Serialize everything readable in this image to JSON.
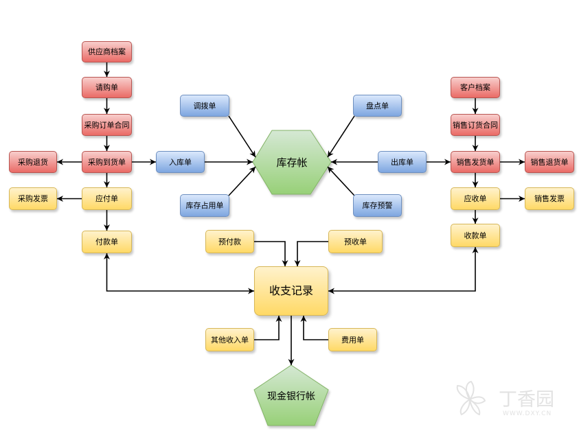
{
  "purchase": {
    "supplier_profile": "供应商档案",
    "purchase_request": "请购单",
    "purchase_order_contract": "采购订单合同",
    "purchase_receipt": "采购到货单",
    "purchase_return": "采购退货",
    "payable": "应付单",
    "purchase_invoice": "采购发票",
    "payment": "付款单"
  },
  "inventory": {
    "ledger": "库存帐",
    "stock_in": "入库单",
    "transfer": "调拨单",
    "stock_reservation": "库存占用单",
    "stocktake": "盘点单",
    "stock_alert": "库存预警",
    "stock_out": "出库单"
  },
  "sales": {
    "customer_profile": "客户档案",
    "sales_order_contract": "销售订货合同",
    "sales_delivery": "销售发货单",
    "sales_return": "销售退货单",
    "receivable": "应收单",
    "sales_invoice": "销售发票",
    "receipt": "收款单"
  },
  "finance": {
    "prepayment": "预付款",
    "advance_receipt": "预收单",
    "cash_journal": "收支记录",
    "other_income": "其他收入单",
    "expense": "费用单",
    "cash_bank_ledger": "现金银行帐"
  },
  "watermark": {
    "brand": "丁香园",
    "url": "WWW.DXY.CN"
  },
  "colors": {
    "red_top": "#f8cecc",
    "red_bottom": "#ea6b66",
    "red_border": "#b85450",
    "yellow_top": "#fff2cc",
    "yellow_bottom": "#ffd966",
    "yellow_border": "#d6b656",
    "blue_top": "#dae8fc",
    "blue_bottom": "#7ea6e0",
    "blue_border": "#6c8ebf",
    "green_top": "#d5e8d4",
    "green_bottom": "#97d077",
    "green_border": "#82b366",
    "arrow": "#000000",
    "watermark": "#e2e2e2"
  }
}
